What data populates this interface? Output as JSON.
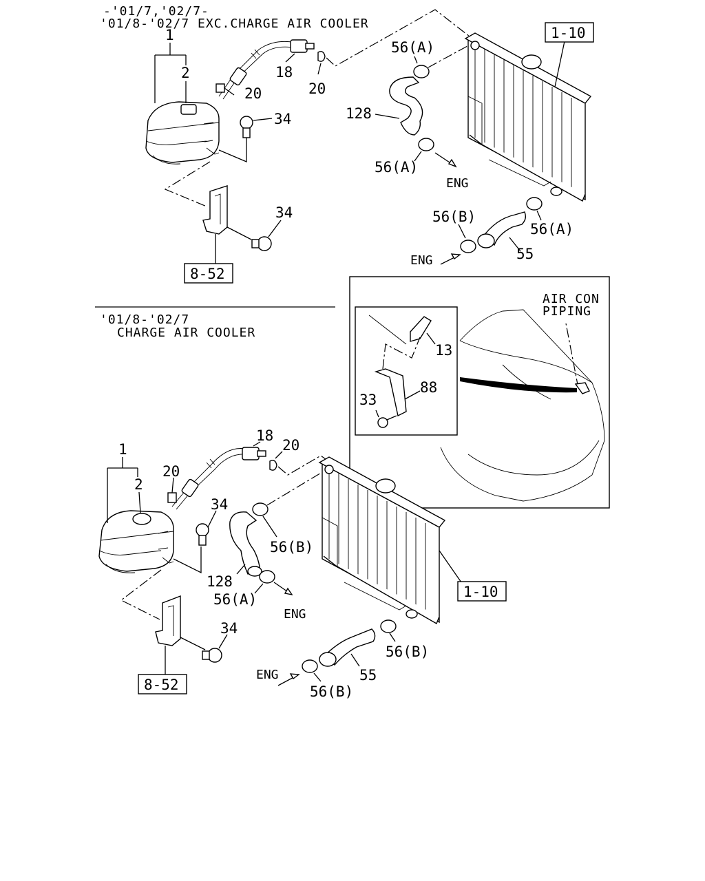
{
  "section_top": {
    "header_line1": "-'01/7,'02/7-",
    "header_line2": "'01/8-'02/7 EXC.CHARGE AIR COOLER",
    "labels": {
      "tank": "1",
      "cap": "2",
      "hose_small": "18",
      "clip_a": "20",
      "clip_b": "20",
      "bolt_upper": "34",
      "bolt_lower": "34",
      "hose_upper": "128",
      "clamp_1": "56(A)",
      "clamp_2": "56(A)",
      "clamp_3": "56(B)",
      "clamp_4": "56(A)",
      "hose_lower": "55",
      "eng_1": "ENG",
      "eng_2": "ENG"
    },
    "ref_radiator": "1-10",
    "ref_bracket": "8-52"
  },
  "inset": {
    "air_con_line1": "AIR CON",
    "air_con_line2": "PIPING",
    "labels": {
      "clip": "13",
      "bracket": "88",
      "bolt": "33"
    }
  },
  "section_bottom": {
    "header_line1": "'01/8-'02/7",
    "header_line2": "CHARGE AIR COOLER",
    "labels": {
      "tank": "1",
      "cap": "2",
      "hose_small": "18",
      "clip_a": "20",
      "clip_b": "20",
      "bolt_upper": "34",
      "bolt_lower": "34",
      "hose_upper": "128",
      "clamp_1": "56(B)",
      "clamp_2": "56(A)",
      "clamp_3": "56(B)",
      "clamp_4": "56(B)",
      "hose_lower": "55",
      "eng_1": "ENG",
      "eng_2": "ENG"
    },
    "ref_radiator": "1-10",
    "ref_bracket": "8-52"
  }
}
